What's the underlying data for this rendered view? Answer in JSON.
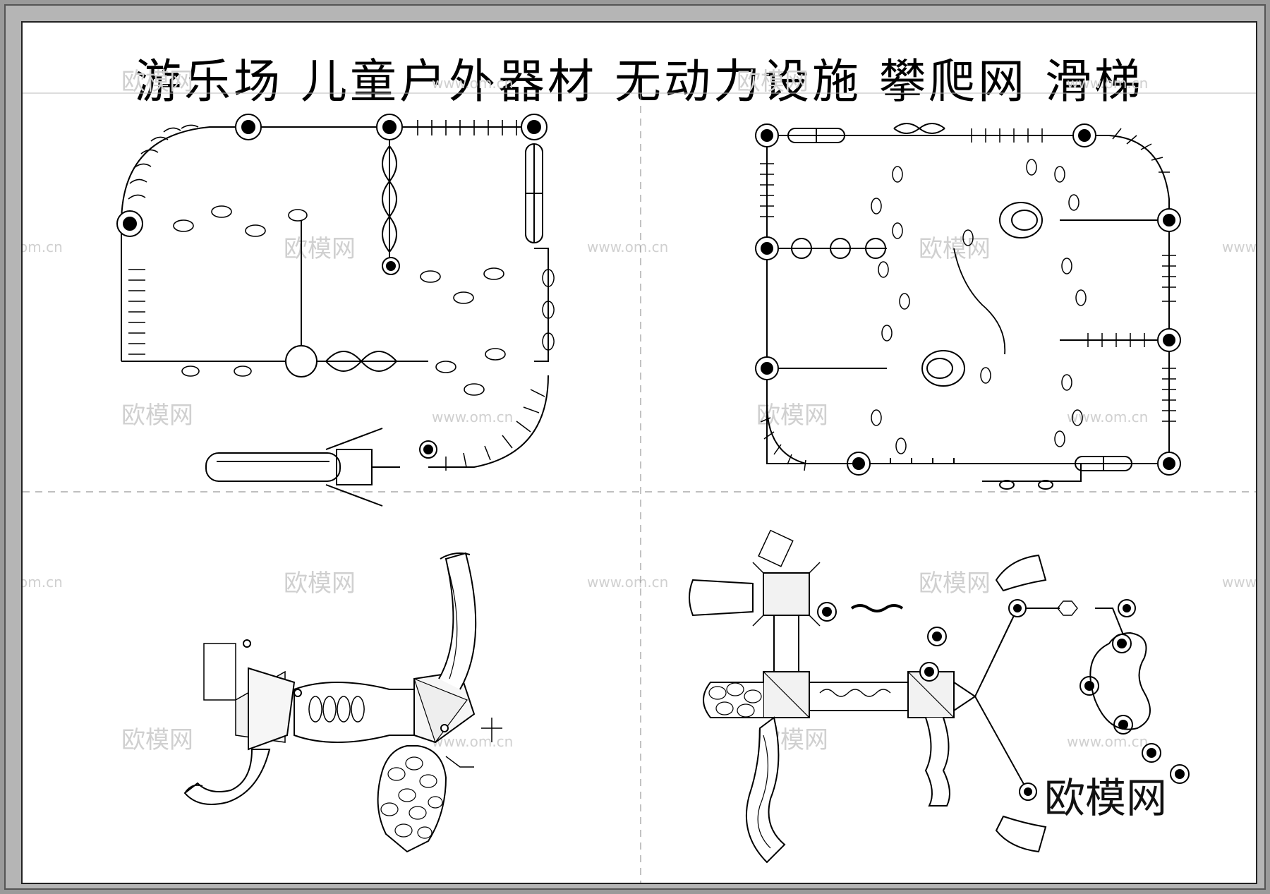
{
  "title": "游乐场  儿童户外器材  无动力设施  攀爬网  滑梯",
  "watermarks": {
    "logo": "欧模网",
    "url": "www.om.cn",
    "url_partial": "om.cn"
  },
  "brand_mark": "欧模网",
  "panels": [
    {
      "name": "top-left-plan"
    },
    {
      "name": "top-right-plan"
    },
    {
      "name": "bottom-left-plan"
    },
    {
      "name": "bottom-right-plan"
    }
  ]
}
